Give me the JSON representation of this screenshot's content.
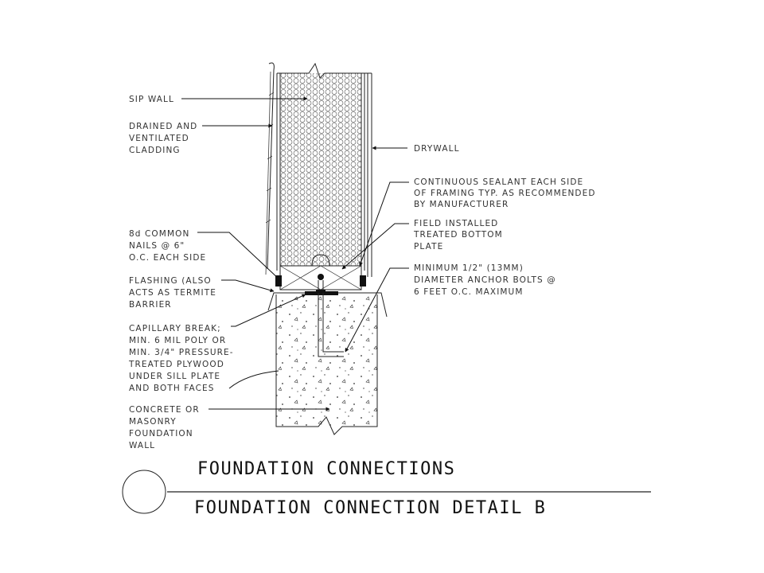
{
  "labels": {
    "sip_wall": "SIP WALL",
    "cladding": [
      "DRAINED AND",
      "VENTILATED",
      "CLADDING"
    ],
    "drywall": "DRYWALL",
    "sealant": [
      "CONTINUOUS SEALANT EACH SIDE",
      "OF FRAMING TYP. AS RECOMMENDED",
      "BY MANUFACTURER"
    ],
    "nails": [
      "8d COMMON",
      "NAILS @ 6\"",
      "O.C. EACH SIDE"
    ],
    "bottom_plate": [
      "FIELD INSTALLED",
      "TREATED BOTTOM",
      "PLATE"
    ],
    "flashing": [
      "FLASHING (ALSO",
      "ACTS AS TERMITE",
      "BARRIER"
    ],
    "anchor_bolts": [
      "MINIMUM 1/2\" (13MM)",
      "DIAMETER ANCHOR BOLTS @",
      "6 FEET O.C. MAXIMUM"
    ],
    "capillary_break": [
      "CAPILLARY BREAK;",
      "MIN. 6 MIL POLY OR",
      "MIN. 3/4\" PRESSURE-",
      "TREATED PLYWOOD",
      "UNDER SILL PLATE",
      "AND BOTH FACES"
    ],
    "foundation": [
      "CONCRETE OR",
      "MASONRY",
      "FOUNDATION",
      "WALL"
    ]
  },
  "title_block": {
    "title": "FOUNDATION CONNECTIONS",
    "subtitle": "FOUNDATION CONNECTION DETAIL B"
  }
}
